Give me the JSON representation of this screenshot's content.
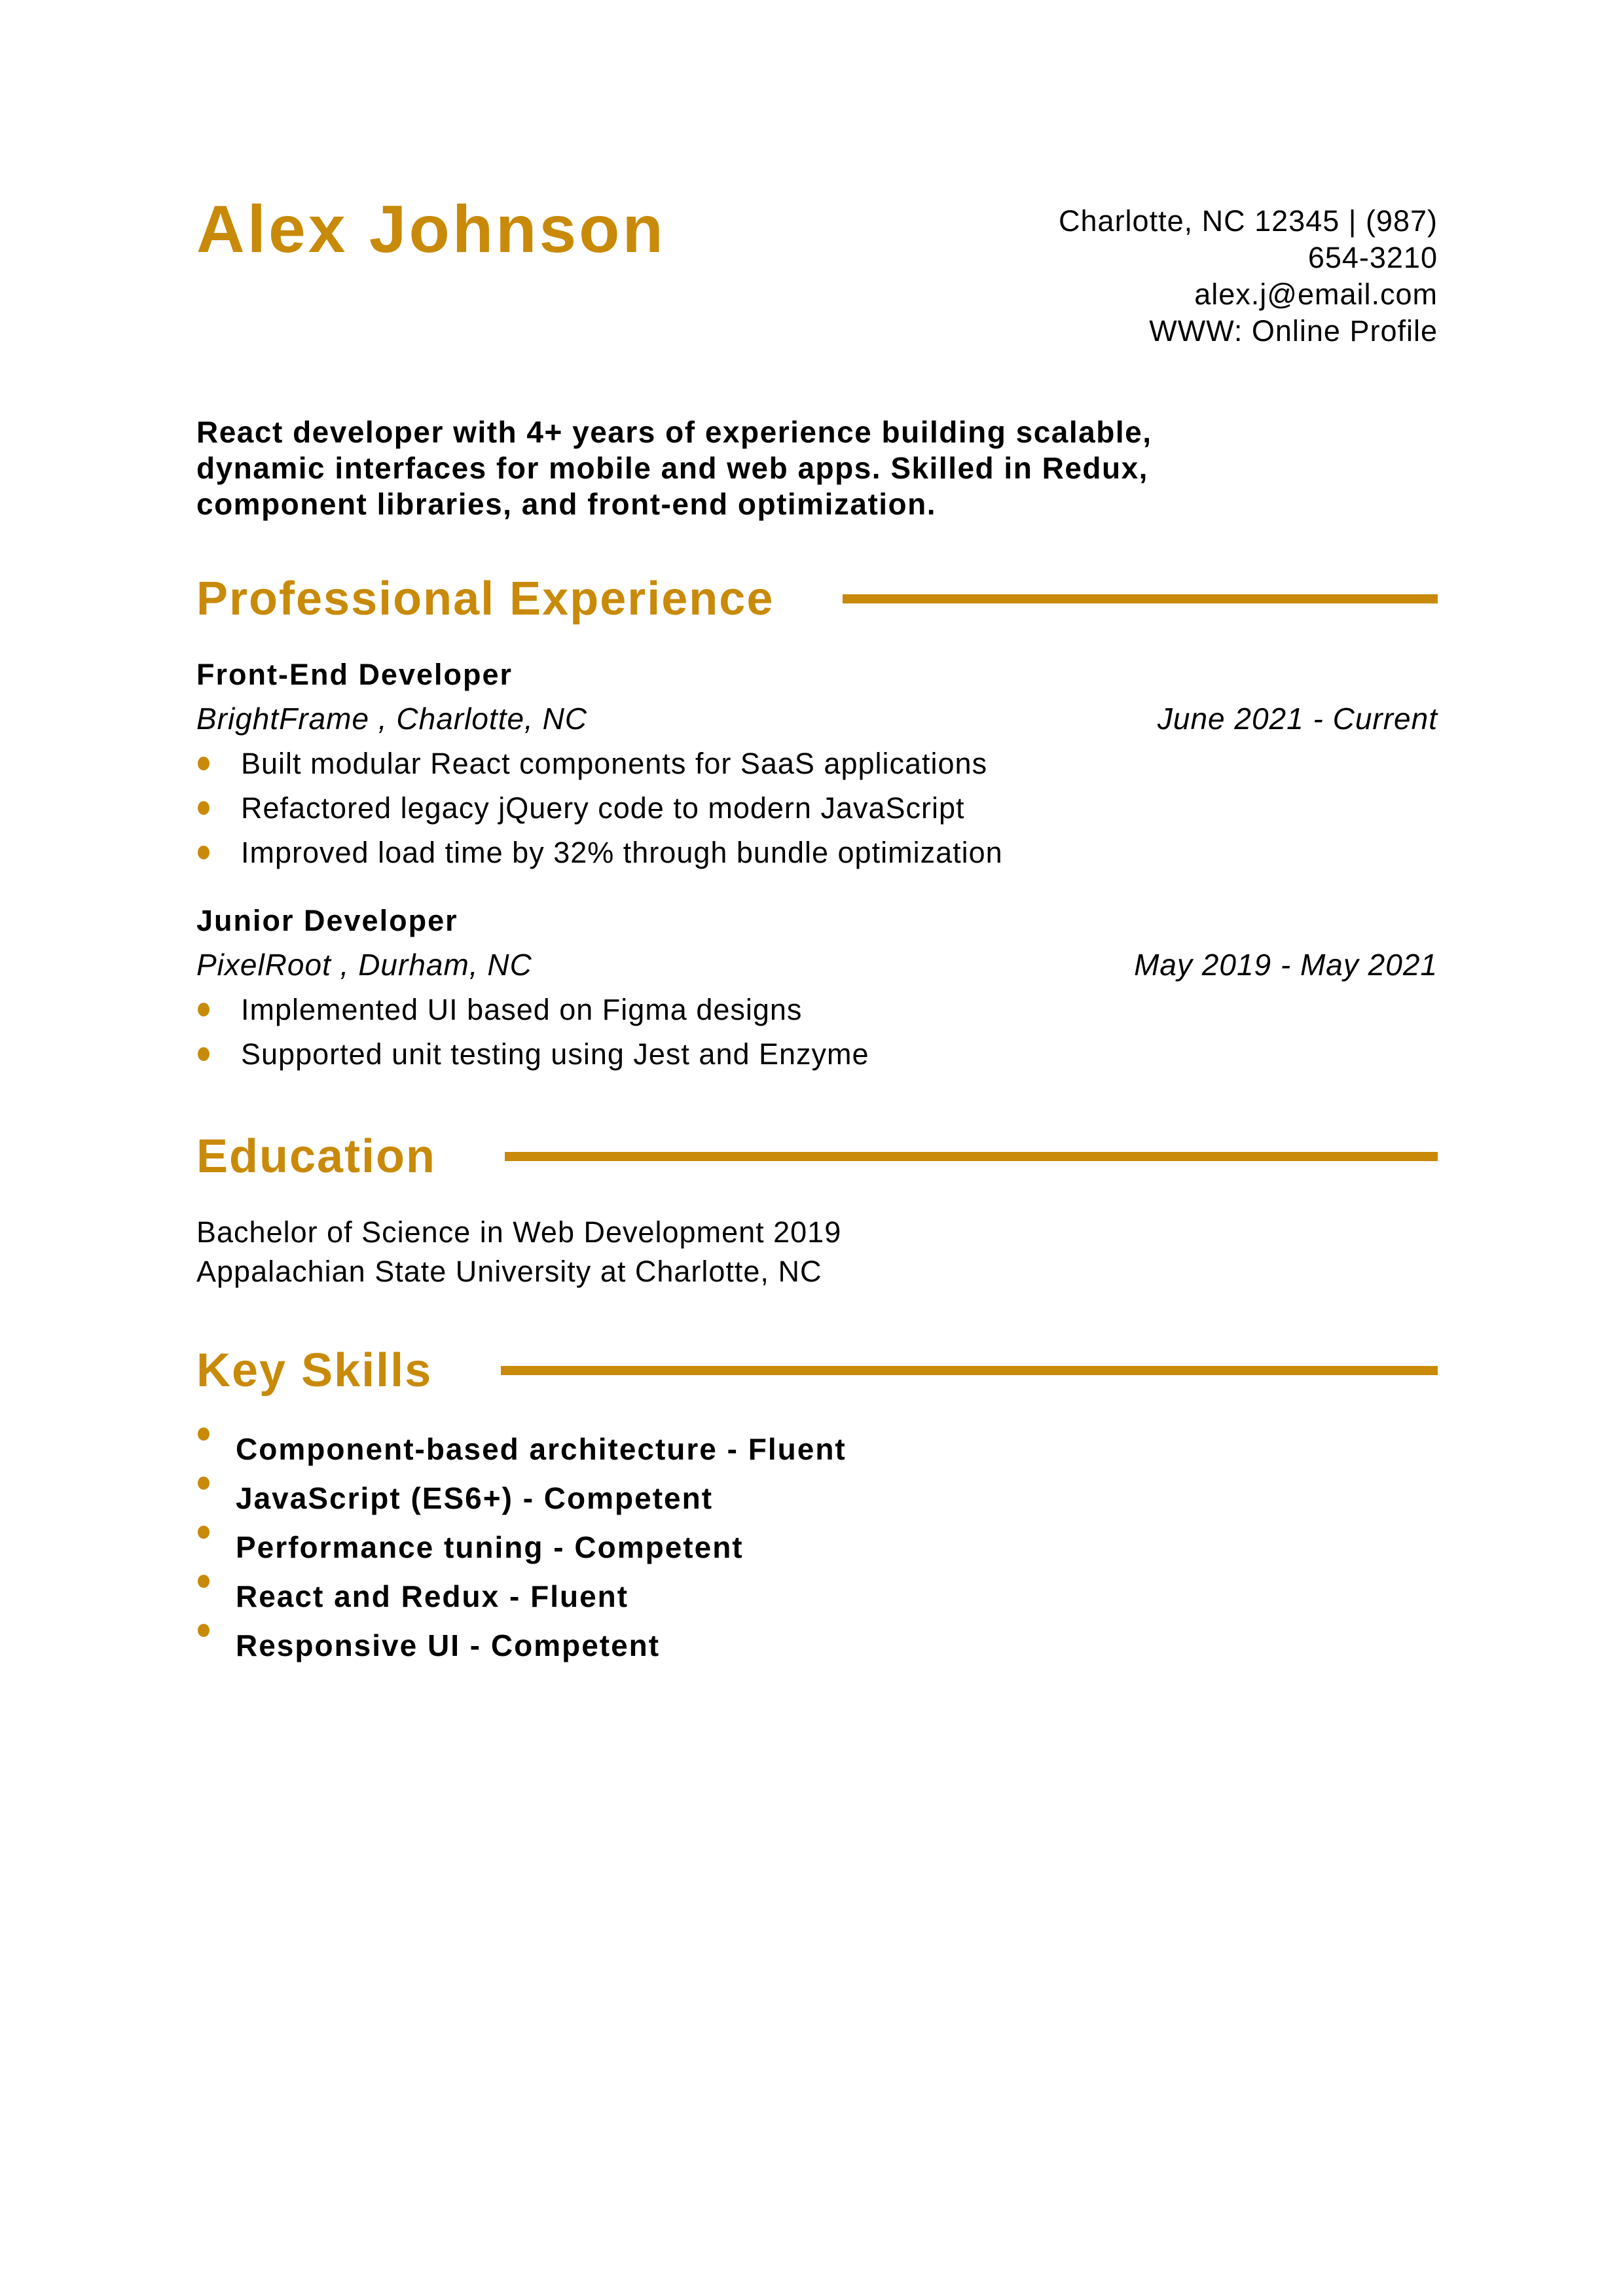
{
  "theme": {
    "accent_color": "#C88A08",
    "text_color": "#000000",
    "background_color": "#FFFFFF"
  },
  "header": {
    "name": "Alex Johnson",
    "contact_lines": [
      "Charlotte, NC 12345 | (987)",
      "654-3210",
      "alex.j@email.com",
      "WWW: Online Profile"
    ]
  },
  "summary": {
    "lines": [
      "React developer with 4+ years of experience building scalable,",
      "dynamic interfaces for mobile and web apps. Skilled in Redux,",
      "component libraries, and front-end optimization."
    ]
  },
  "experience": {
    "title": "Professional Experience",
    "jobs": [
      {
        "title": "Front-End Developer",
        "company": "BrightFrame , Charlotte, NC",
        "dates": "June 2021 - Current",
        "bullets": [
          "Built modular React components for SaaS applications",
          "Refactored legacy jQuery code to modern JavaScript",
          "Improved load time by 32% through bundle optimization"
        ]
      },
      {
        "title": "Junior Developer",
        "company": "PixelRoot , Durham, NC",
        "dates": "May 2019 - May 2021",
        "bullets": [
          "Implemented UI based on Figma designs",
          "Supported unit testing using Jest and Enzyme"
        ]
      }
    ]
  },
  "education": {
    "title": "Education",
    "lines": [
      "Bachelor of Science in Web Development 2019",
      "Appalachian State University at Charlotte, NC"
    ]
  },
  "skills": {
    "title": "Key Skills",
    "items": [
      "Component-based architecture - Fluent",
      "JavaScript (ES6+) - Competent",
      "Performance tuning - Competent",
      "React and Redux - Fluent",
      "Responsive UI - Competent"
    ]
  }
}
